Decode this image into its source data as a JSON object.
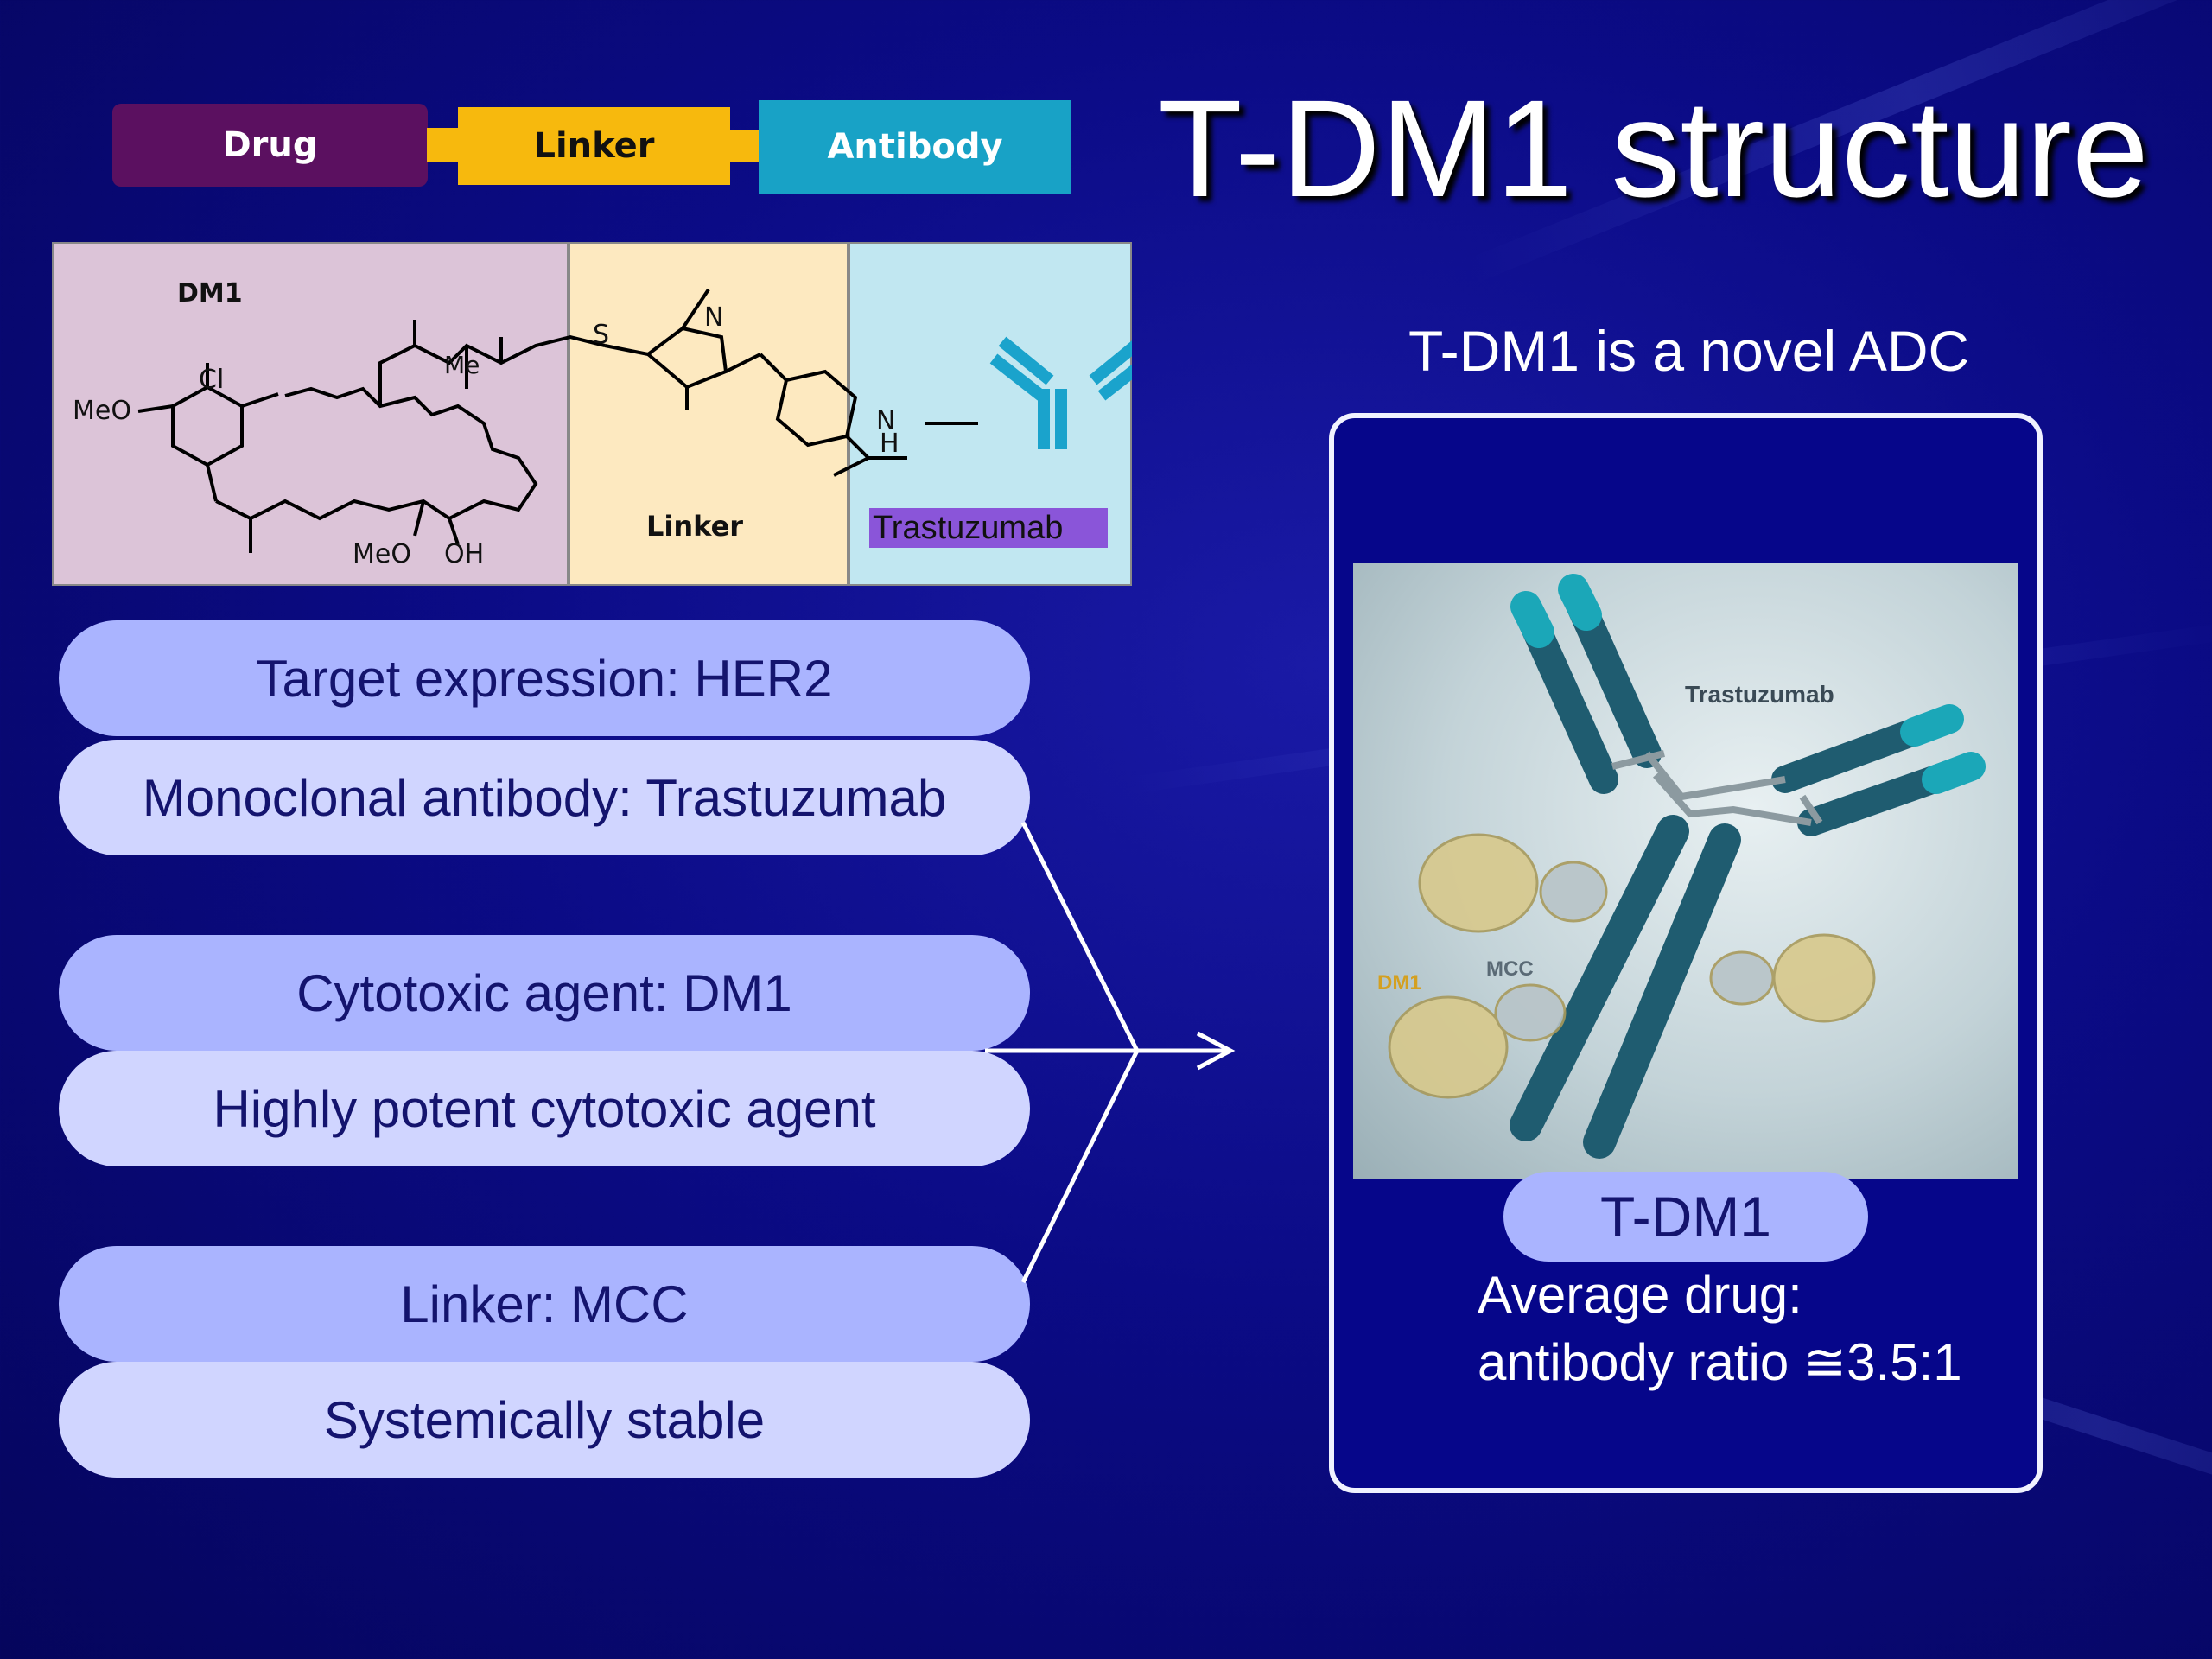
{
  "title": "T-DM1 structure",
  "bar": {
    "drug": "Drug",
    "linker": "Linker",
    "antibody": "Antibody"
  },
  "chem": {
    "dm1_label": "DM1",
    "linker_label": "Linker",
    "trastuzumab_tag": "Trastuzumab",
    "atoms": {
      "meo": "MeO",
      "cl": "Cl",
      "me": "Me",
      "n": "N",
      "o": "O",
      "s": "S",
      "h": "H",
      "oh": "OH",
      "nh": "NH"
    }
  },
  "pills": [
    {
      "text": "Target expression: HER2",
      "style": "dark"
    },
    {
      "text": "Monoclonal antibody: Trastuzumab",
      "style": "light"
    },
    {
      "text": "Cytotoxic agent: DM1",
      "style": "dark"
    },
    {
      "text": "Highly potent cytotoxic agent",
      "style": "light"
    },
    {
      "text": "Linker: MCC",
      "style": "dark"
    },
    {
      "text": "Systemically stable",
      "style": "light"
    }
  ],
  "right": {
    "subtitle": "T-DM1 is a novel ADC",
    "image_labels": {
      "trastuzumab": "Trastuzumab",
      "dm1": "DM1",
      "mcc": "MCC"
    },
    "badge": "T-DM1",
    "ratio_line1": "Average drug:",
    "ratio_line2": "antibody ratio ≅3.5:1"
  },
  "colors": {
    "drug": "#5b1060",
    "linker": "#f7b90d",
    "antibody": "#18a2c6",
    "pill_dark": "#aab4ff",
    "pill_light": "#d0d5ff"
  }
}
